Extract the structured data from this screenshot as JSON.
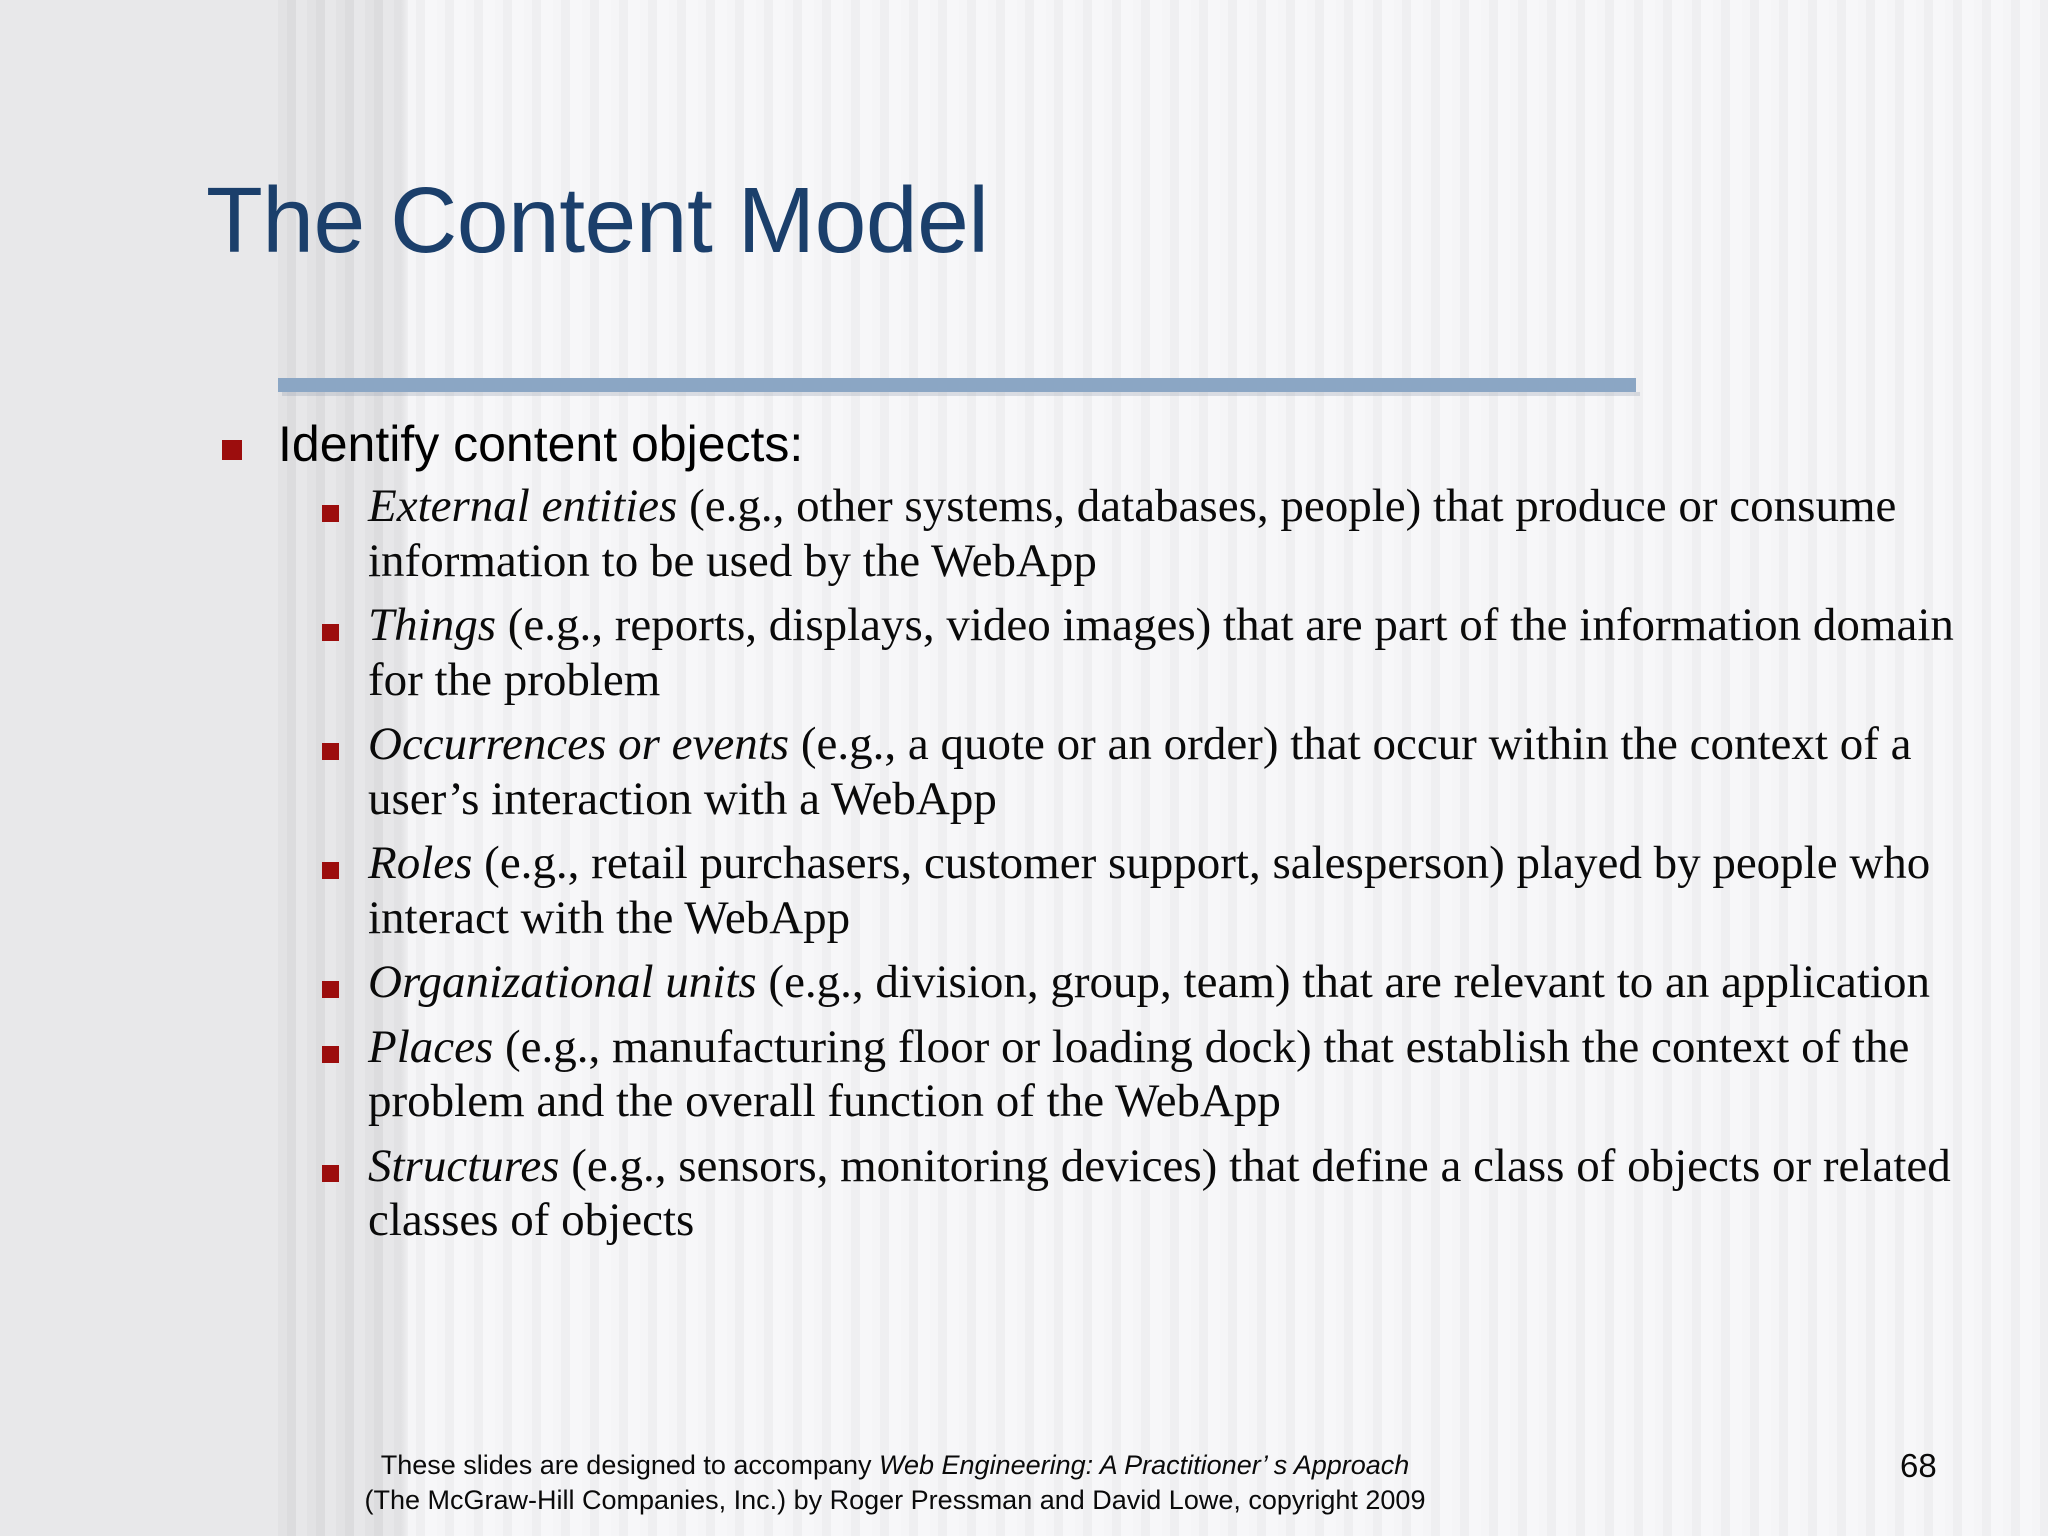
{
  "slide": {
    "title": "The Content Model",
    "page_number": "68",
    "accent_title_color": "#1b3f6b",
    "divider_color": "#8ba6c4",
    "bullet_color": "#9c0d0d",
    "background_color": "#e8e8ea"
  },
  "content": {
    "level1": {
      "text": "Identify content objects:"
    },
    "level2": [
      {
        "term": "External entities",
        "rest": " (e.g., other systems, databases, people) that produce or consume information to be used by the WebApp"
      },
      {
        "term": "Things",
        "rest": " (e.g., reports, displays, video images) that are part of the information domain for the problem"
      },
      {
        "term": "Occurrences or events",
        "rest": " (e.g., a quote or an order) that occur within the context of a user’s interaction with a WebApp"
      },
      {
        "term": "Roles",
        "rest": " (e.g., retail purchasers, customer support, salesperson) played by people who interact with the WebApp"
      },
      {
        "term": "Organizational units",
        "rest": " (e.g., division, group, team) that are relevant to an application"
      },
      {
        "term": "Places",
        "rest": " (e.g., manufacturing floor or loading dock) that establish the context of the problem and the overall function of the WebApp"
      },
      {
        "term": "Structures",
        "rest": " (e.g., sensors, monitoring devices) that define a class of objects or related classes of objects"
      }
    ]
  },
  "footer": {
    "line1_prefix": "These slides are designed to accompany ",
    "line1_italic": "Web Engineering: A Practitioner’ s Approach",
    "line2": "(The McGraw-Hill Companies, Inc.) by Roger Pressman and David Lowe, copyright 2009"
  }
}
